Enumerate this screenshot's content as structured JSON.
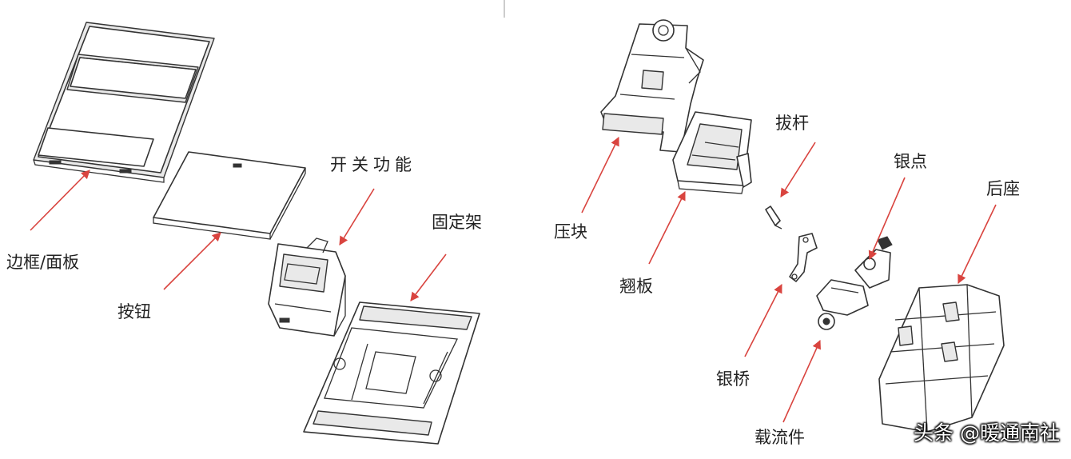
{
  "colors": {
    "arrow": "#d9443f",
    "line": "#333333",
    "background": "#ffffff"
  },
  "labels": {
    "frame_panel": "边框/面板",
    "button": "按钮",
    "switch_function": "开关功能",
    "mount_bracket": "固定架",
    "press_block": "压块",
    "rocker_plate": "翘板",
    "lever": "拔杆",
    "silver_contact": "银点",
    "rear_base": "后座",
    "silver_bridge": "银桥",
    "current_carrier": "载流件"
  },
  "watermark": "头条 @暖通南社"
}
